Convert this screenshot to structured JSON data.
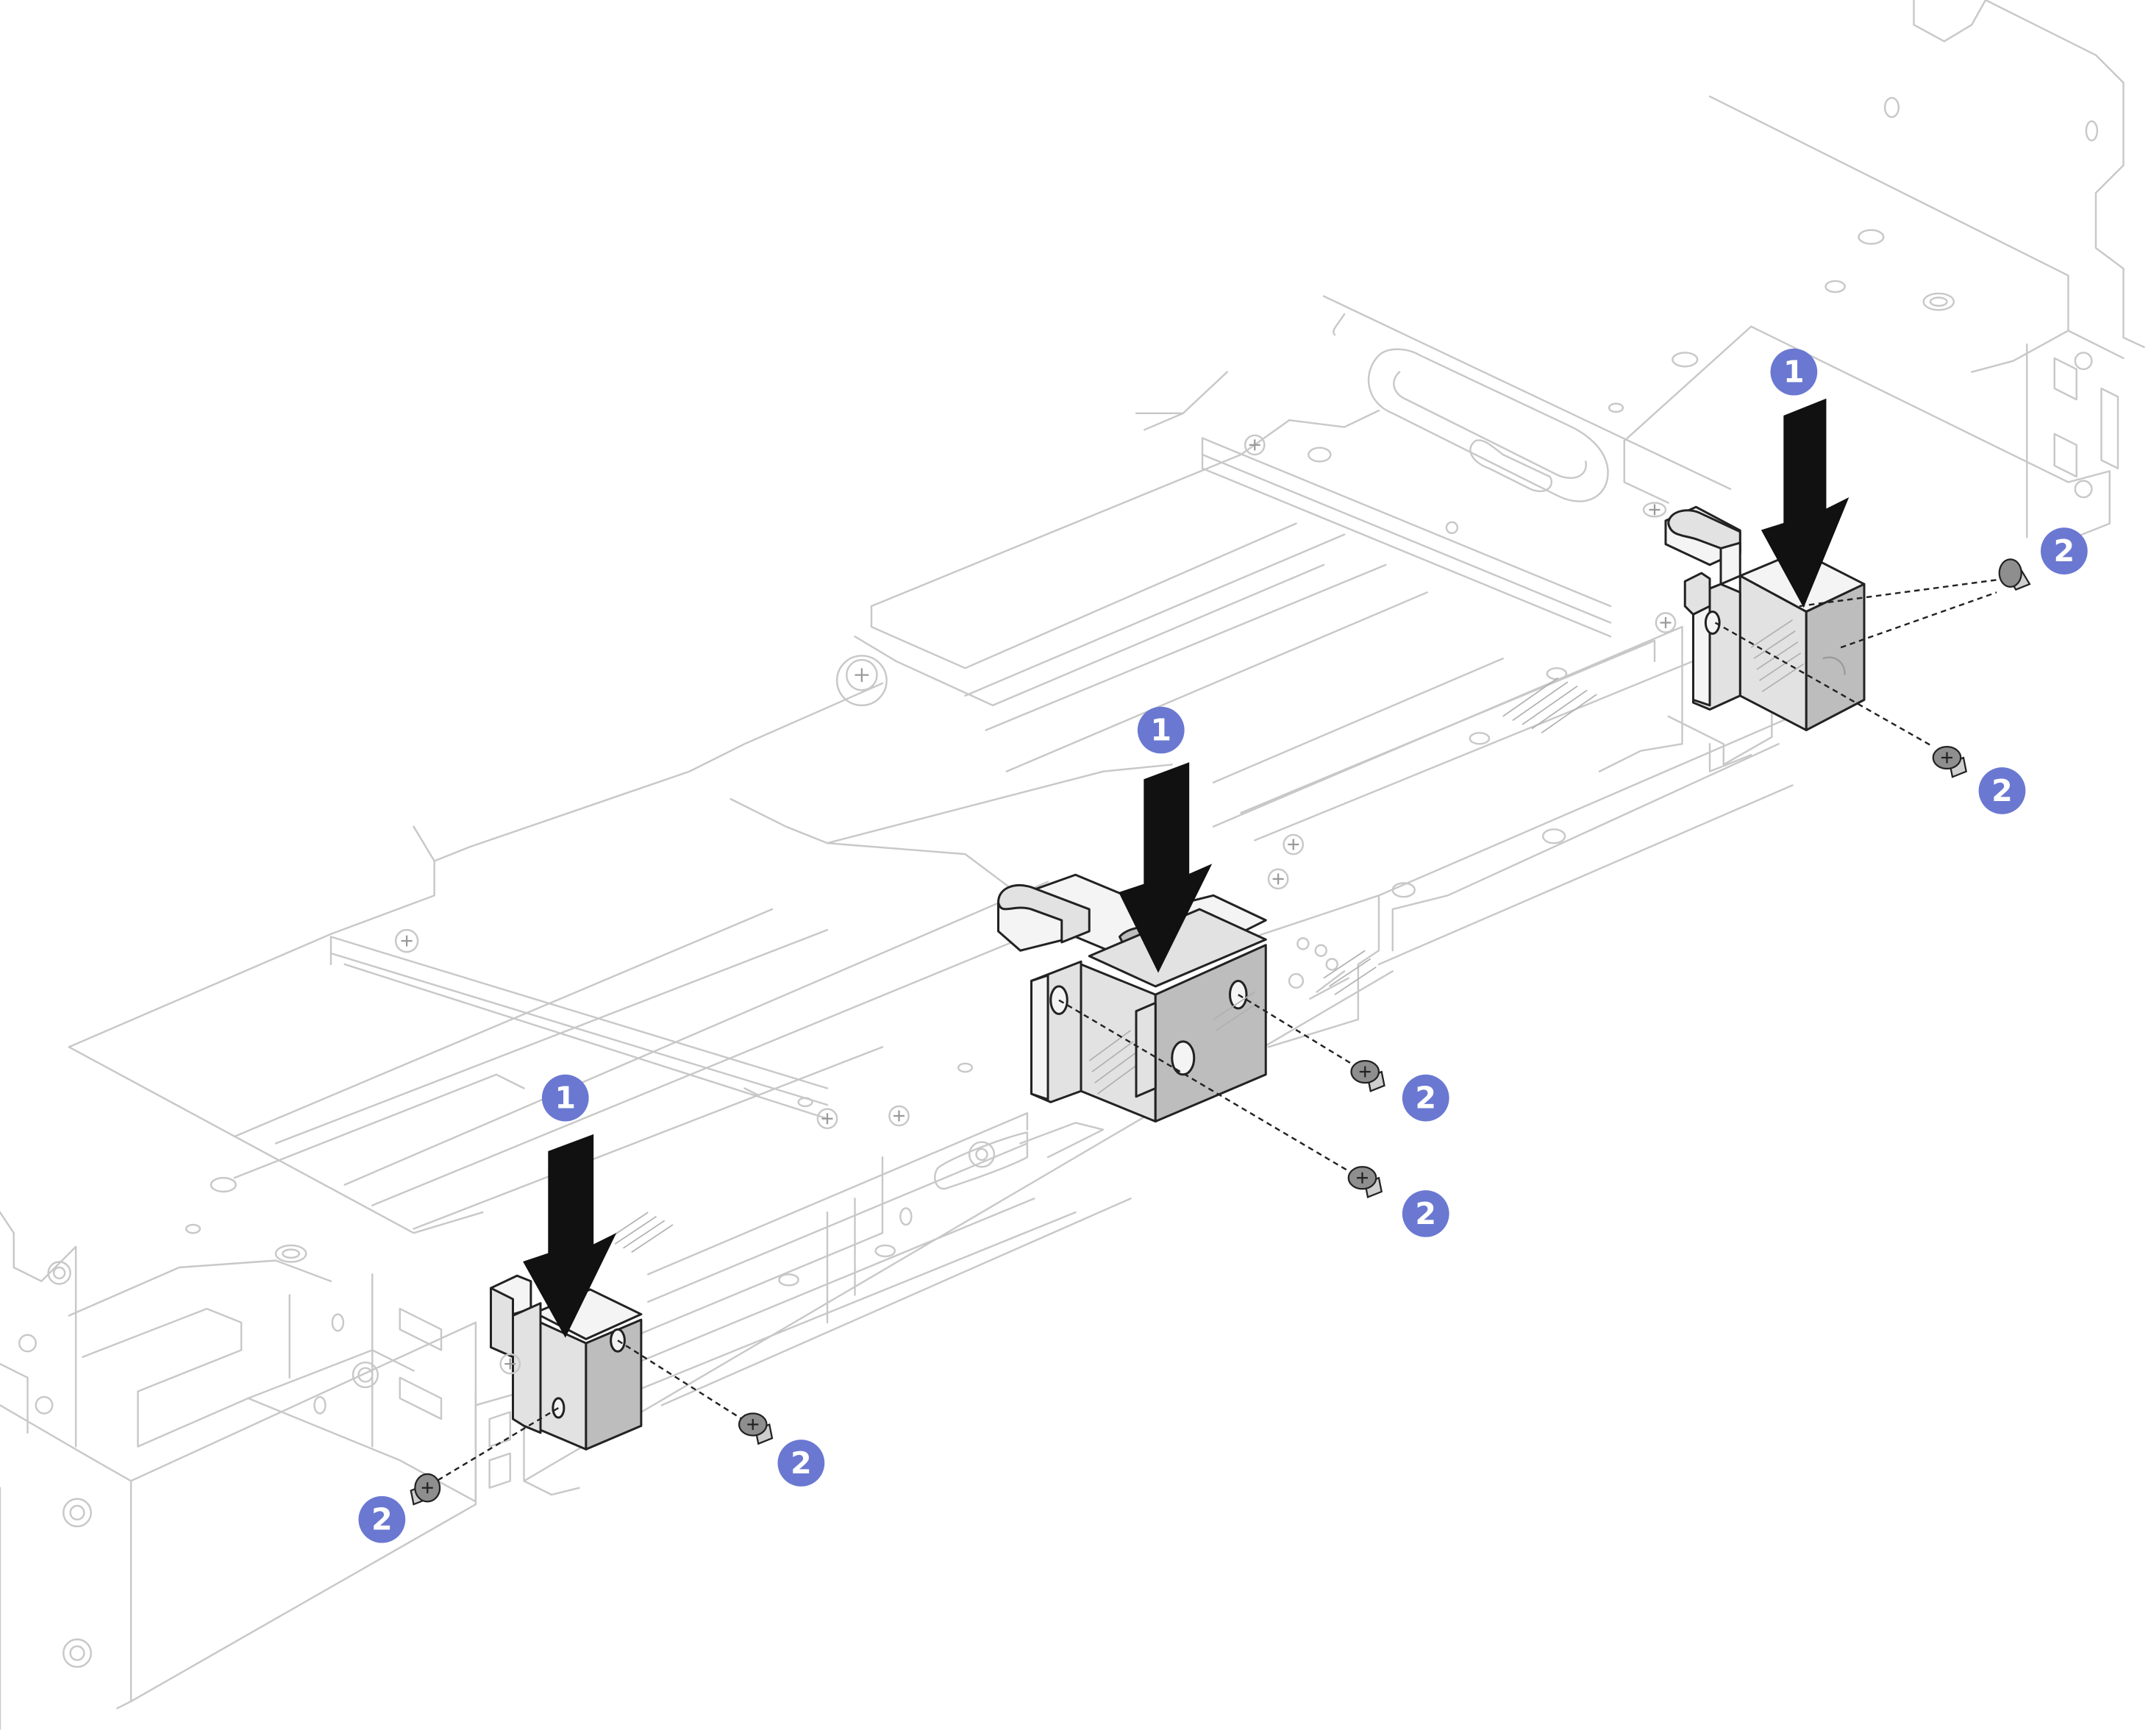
{
  "diagram": {
    "callouts": [
      {
        "id": "c1-left",
        "label": "1"
      },
      {
        "id": "c1-middle",
        "label": "1"
      },
      {
        "id": "c1-right",
        "label": "1"
      },
      {
        "id": "c2-right-top",
        "label": "2"
      },
      {
        "id": "c2-right-bottom",
        "label": "2"
      },
      {
        "id": "c2-middle-top",
        "label": "2"
      },
      {
        "id": "c2-middle-bottom",
        "label": "2"
      },
      {
        "id": "c2-left-right",
        "label": "2"
      },
      {
        "id": "c2-left-left",
        "label": "2"
      }
    ],
    "colors": {
      "callout": "#6a78d1",
      "outline": "#c8c8c8",
      "part": "#e2e2e2",
      "arrow": "#111111"
    }
  }
}
